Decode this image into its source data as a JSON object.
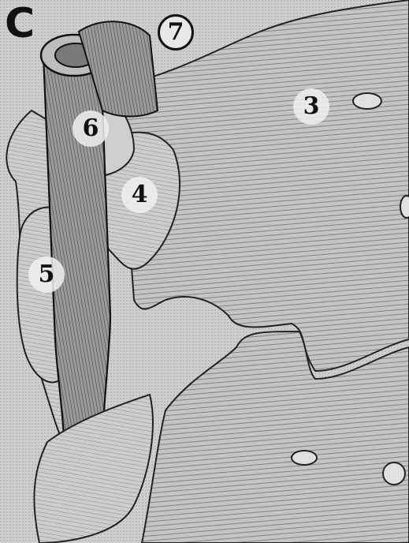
{
  "panel_label": "C",
  "callouts": {
    "c3": "3",
    "c4": "4",
    "c5": "5",
    "c6": "6",
    "c7": "7"
  },
  "colors": {
    "ink": "#111111",
    "tissue_light": "#cfcfcf",
    "tissue_mid": "#a8a8a8",
    "tissue_dark": "#6e6e6e",
    "paper": "#d9d9d9"
  }
}
